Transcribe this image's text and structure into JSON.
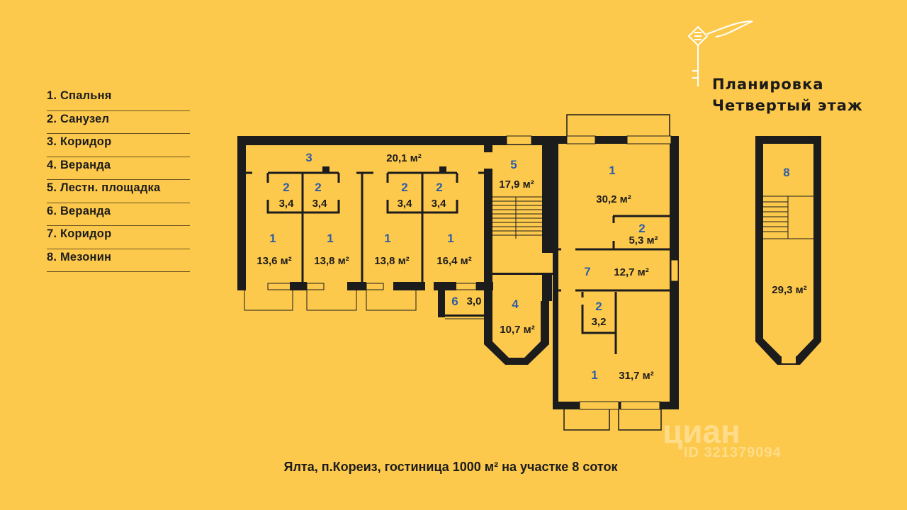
{
  "title": {
    "line1": "Планировка",
    "line2": "Четвертый этаж"
  },
  "legend": [
    "1. Спальня",
    "2. Санузел",
    "3. Коридор",
    "4. Веранда",
    "5. Лестн. площадка",
    "6. Веранда",
    "7. Коридор",
    "8. Мезонин"
  ],
  "rooms": {
    "corridor3": {
      "num": "3",
      "area": "20,1 м²"
    },
    "bath_a": {
      "num": "2",
      "area": "3,4"
    },
    "bath_b": {
      "num": "2",
      "area": "3,4"
    },
    "bath_c": {
      "num": "2",
      "area": "3,4"
    },
    "bath_d": {
      "num": "2",
      "area": "3,4"
    },
    "bed_a": {
      "num": "1",
      "area": "13,6 м²"
    },
    "bed_b": {
      "num": "1",
      "area": "13,8 м²"
    },
    "bed_c": {
      "num": "1",
      "area": "13,8 м²"
    },
    "bed_d": {
      "num": "1",
      "area": "16,4 м²"
    },
    "stair5": {
      "num": "5",
      "area": "17,9 м²"
    },
    "veranda6": {
      "num": "6",
      "area": "3,0"
    },
    "veranda4": {
      "num": "4",
      "area": "10,7 м²"
    },
    "bed_e": {
      "num": "1",
      "area": "30,2 м²"
    },
    "bath_e": {
      "num": "2",
      "area": "5,3 м²"
    },
    "corridor7": {
      "num": "7",
      "area": "12,7 м²"
    },
    "bath_f": {
      "num": "2",
      "area": "3,2"
    },
    "bed_f": {
      "num": "1",
      "area": "31,7 м²"
    },
    "mezz8": {
      "num": "8",
      "area": "29,3 м²"
    }
  },
  "caption": "Ялта, п.Кореиз, гостиница 1000 м² на участке 8 соток",
  "watermark": {
    "brand": "циан",
    "id": "ID 321379094"
  },
  "colors": {
    "background": "#FDC94C",
    "wall": "#1c1c1c",
    "room_number": "#2F5EA6"
  }
}
